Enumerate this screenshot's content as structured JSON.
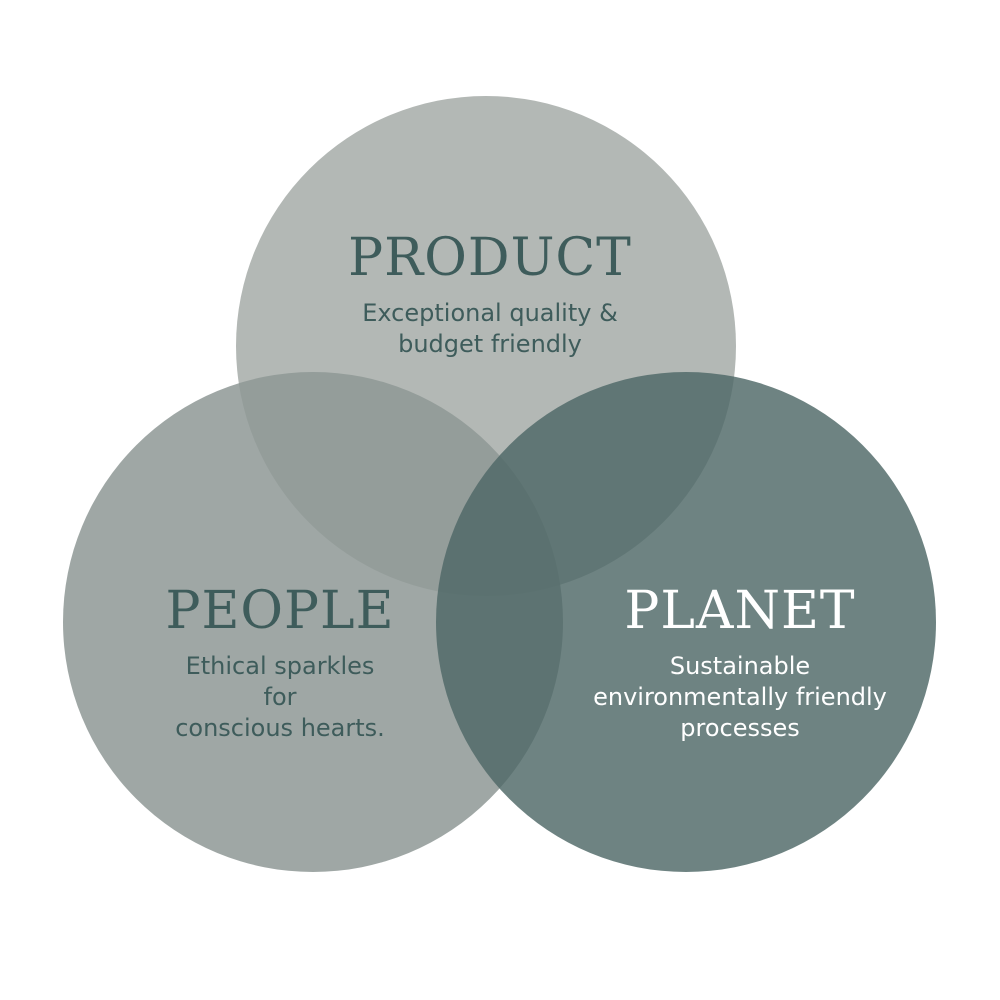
{
  "diagram": {
    "type": "venn",
    "circles": [
      {
        "id": "product",
        "heading": "PRODUCT",
        "description": "Exceptional quality &\nbudget friendly",
        "fill": "#a6aca8",
        "text_color": "#3e5c5b"
      },
      {
        "id": "people",
        "heading": "PEOPLE",
        "description": "Ethical sparkles\nfor\nconscious hearts.",
        "fill": "#8e9895",
        "text_color": "#3e5c5b"
      },
      {
        "id": "planet",
        "heading": "PLANET",
        "description": "Sustainable\nenvironmentally friendly\nprocesses",
        "fill": "#4e6866",
        "text_color": "#ffffff"
      }
    ]
  }
}
